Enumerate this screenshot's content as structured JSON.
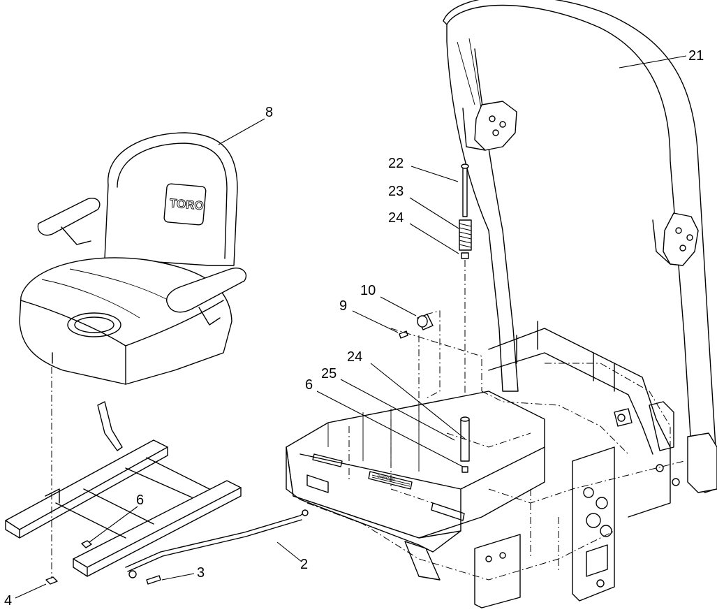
{
  "diagram": {
    "callouts": [
      {
        "id": "c21",
        "label": "21"
      },
      {
        "id": "c8",
        "label": "8"
      },
      {
        "id": "c22",
        "label": "22"
      },
      {
        "id": "c23",
        "label": "23"
      },
      {
        "id": "c24a",
        "label": "24"
      },
      {
        "id": "c10",
        "label": "10"
      },
      {
        "id": "c9",
        "label": "9"
      },
      {
        "id": "c24b",
        "label": "24"
      },
      {
        "id": "c25",
        "label": "25"
      },
      {
        "id": "c6a",
        "label": "6"
      },
      {
        "id": "c6b",
        "label": "6"
      },
      {
        "id": "c3",
        "label": "3"
      },
      {
        "id": "c2",
        "label": "2"
      },
      {
        "id": "c4",
        "label": "4"
      }
    ],
    "seat_logo": "TORO",
    "decal_text": "DANGER"
  }
}
